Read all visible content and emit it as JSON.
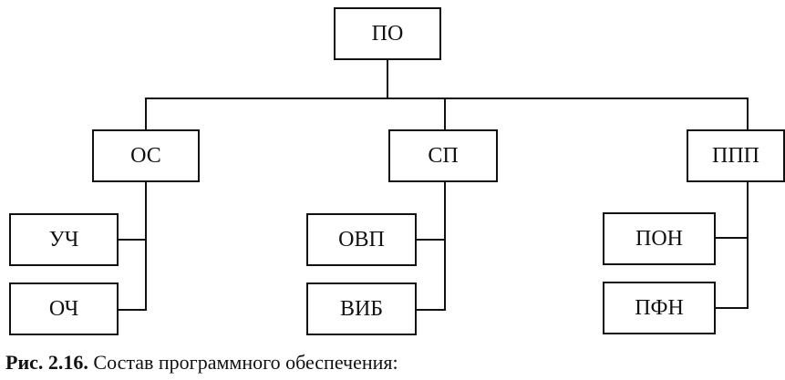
{
  "nodes": {
    "root": "ПО",
    "os": "ОС",
    "sp": "СП",
    "ppp": "ППП",
    "uch": "УЧ",
    "och": "ОЧ",
    "ovp": "ОВП",
    "vib": "ВИБ",
    "pon": "ПОН",
    "pfn": "ПФН"
  },
  "caption": {
    "label": "Рис. 2.16.",
    "text": " Состав программного обеспечения:"
  }
}
